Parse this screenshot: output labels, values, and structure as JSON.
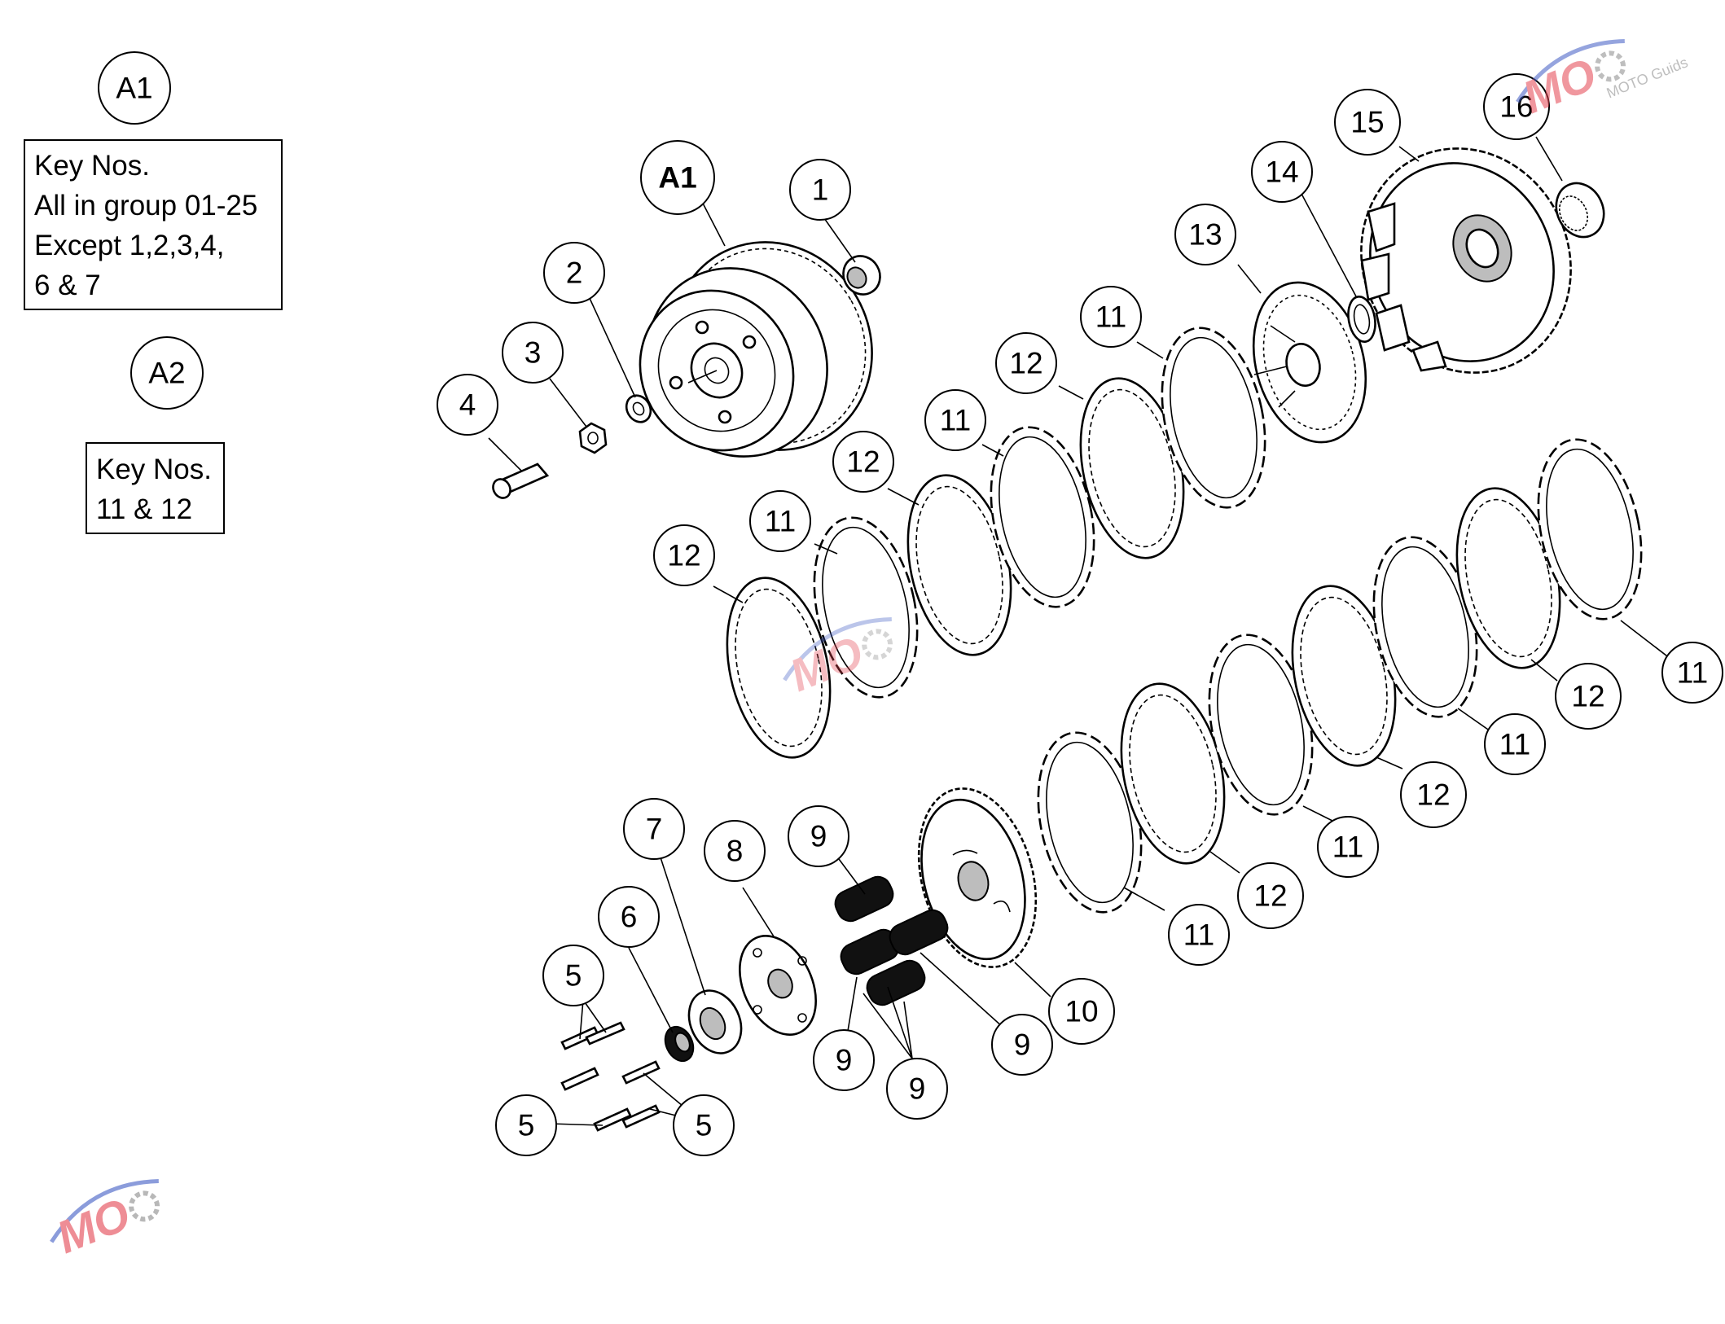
{
  "assemblies": [
    {
      "id": "A1",
      "notes": [
        "Key Nos.",
        "All in group 01-25",
        "Except 1,2,3,4,",
        "6 & 7"
      ]
    },
    {
      "id": "A2",
      "notes": [
        "Key Nos.",
        "11 & 12"
      ]
    }
  ],
  "part_label_a1": "A1",
  "callouts": [
    "1",
    "2",
    "3",
    "4",
    "5",
    "6",
    "7",
    "8",
    "9",
    "10",
    "11",
    "12",
    "13",
    "14",
    "15",
    "16"
  ],
  "watermark": "MOTO Guids",
  "colors": {
    "line": "#000000",
    "background": "#ffffff",
    "watermark_red": "#e4434f",
    "watermark_blue": "#3f5bc4",
    "watermark_grey": "#8a8a8a"
  },
  "icons": [
    "clutch-basket-icon",
    "friction-plate-icon",
    "steel-plate-icon",
    "clutch-hub-icon",
    "pressure-plate-icon",
    "damper-rubber-icon",
    "bolt-icon",
    "nut-icon",
    "washer-icon",
    "bearing-icon",
    "sprocket-gear-icon"
  ]
}
